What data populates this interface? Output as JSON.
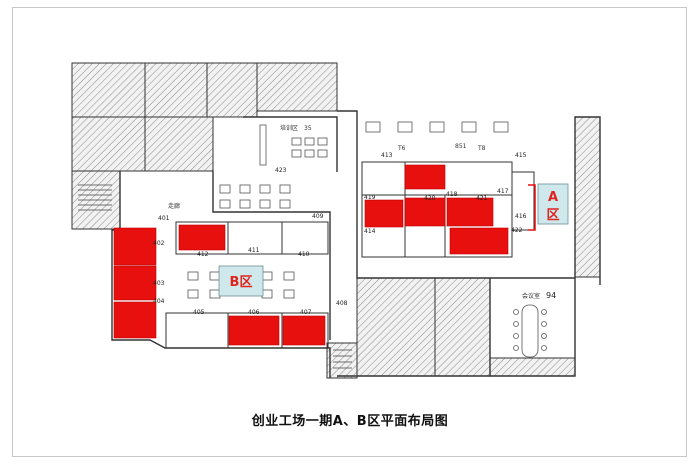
{
  "caption": "创业工场一期A、B区平面布局图",
  "zones": {
    "a": {
      "line1": "A",
      "line2": "区"
    },
    "b": {
      "label": "B区"
    }
  },
  "rooms": {
    "r401": "401",
    "r402": "402",
    "r403": "403",
    "r404": "404",
    "r405": "405",
    "r406": "406",
    "r407": "407",
    "r408": "408",
    "r409": "409",
    "r410": "410",
    "r411": "411",
    "r412": "412",
    "r413": "413",
    "r414": "414",
    "r415": "415",
    "r416": "416",
    "r417": "417",
    "r418": "418",
    "r419": "419",
    "r420": "420",
    "r421": "421",
    "r422": "422",
    "r423": "423",
    "r94": "94"
  },
  "labels": {
    "training": "培训区",
    "meeting": "会议室",
    "corridor": "走廊",
    "mark_35": "35",
    "mark_851": "851",
    "mark_t6": "T6",
    "mark_t8": "T8"
  },
  "colors": {
    "highlight": "#e8100f",
    "zone_fill": "#cfe8ec",
    "zone_text": "#e0231e",
    "wall": "#333333",
    "hatch": "#777777"
  }
}
